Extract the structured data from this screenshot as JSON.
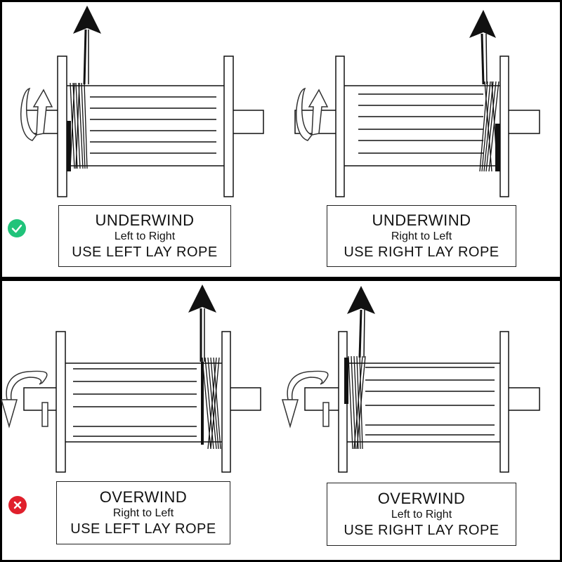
{
  "panels": [
    {
      "status": "correct",
      "status_icon": "check-icon",
      "status_color": "#20c37a",
      "diagrams": [
        {
          "title": "UNDERWIND",
          "direction": "Left to Right",
          "rope": "USE LEFT LAY ROPE"
        },
        {
          "title": "UNDERWIND",
          "direction": "Right to Left",
          "rope": "USE RIGHT LAY ROPE"
        }
      ]
    },
    {
      "status": "incorrect",
      "status_icon": "cross-icon",
      "status_color": "#e0202c",
      "diagrams": [
        {
          "title": "OVERWIND",
          "direction": "Right to Left",
          "rope": "USE LEFT LAY ROPE"
        },
        {
          "title": "OVERWIND",
          "direction": "Left to Right",
          "rope": "USE RIGHT LAY ROPE"
        }
      ]
    }
  ]
}
